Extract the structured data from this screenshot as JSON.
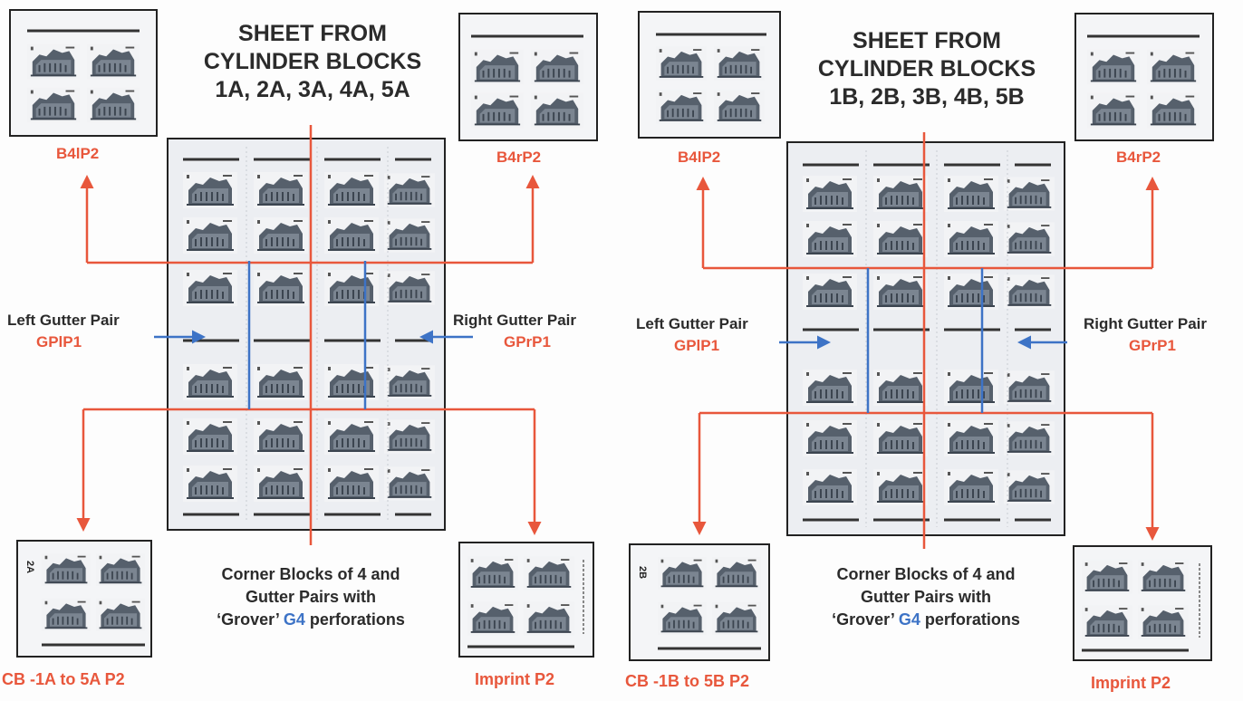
{
  "left": {
    "title_lines": [
      "SHEET FROM",
      "CYLINDER BLOCKS",
      "1A, 2A, 3A, 4A, 5A"
    ],
    "top_left_label": "B4lP2",
    "top_right_label": "B4rP2",
    "left_gutter_title": "Left Gutter Pair",
    "left_gutter_code": "GPlP1",
    "right_gutter_title": "Right Gutter Pair",
    "right_gutter_code": "GPrP1",
    "bottom_left_label": "CB -1A to 5A P2",
    "bottom_right_label": "Imprint P2",
    "corner_block_number": "2A",
    "caption_line1": "Corner Blocks of 4 and",
    "caption_line2": "Gutter Pairs with",
    "caption_pre": "‘Grover’ ",
    "caption_highlight": "G4",
    "caption_post": " perforations"
  },
  "right": {
    "title_lines": [
      "SHEET FROM",
      "CYLINDER BLOCKS",
      "1B, 2B, 3B, 4B, 5B"
    ],
    "top_left_label": "B4lP2",
    "top_right_label": "B4rP2",
    "left_gutter_title": "Left Gutter Pair",
    "left_gutter_code": "GPlP1",
    "right_gutter_title": "Right Gutter Pair",
    "right_gutter_code": "GPrP1",
    "bottom_left_label": "CB -1B to 5B P2",
    "bottom_right_label": "Imprint P2",
    "corner_block_number": "2B",
    "caption_line1": "Corner Blocks of 4 and",
    "caption_line2": "Gutter Pairs with",
    "caption_pre": "‘Grover’ ",
    "caption_highlight": "G4",
    "caption_post": " perforations"
  },
  "colors": {
    "red": "#e8573c",
    "blue": "#3d73c6",
    "text": "#2b2b2b",
    "stamp": "#4a5560",
    "frame": "#1e1e1e"
  }
}
